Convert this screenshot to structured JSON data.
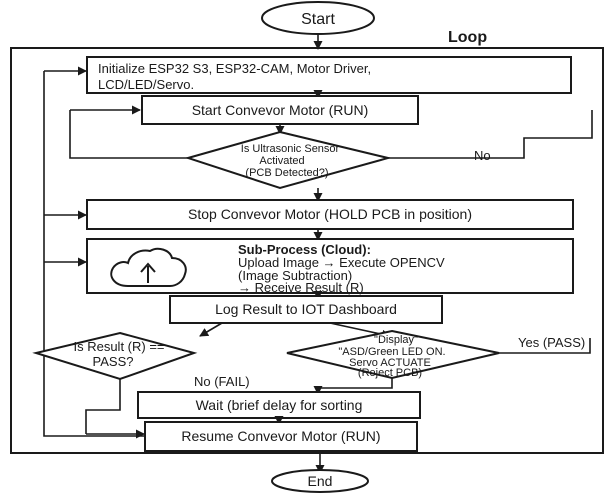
{
  "terminals": {
    "start": "Start",
    "end": "End"
  },
  "loop_label": "Loop",
  "steps": {
    "initialize": [
      "Initialize ESP32 S3, ESP32-CAM, Motor Driver,",
      "LCD/LED/Servo."
    ],
    "start_motor": "Start Convevor Motor (RUN)",
    "sensor_decision": [
      "Is Ultrasonic Sensor",
      "Activated",
      "(PCB Detected?)"
    ],
    "stop_motor": "Stop Convevor Motor (HOLD PCB in position)",
    "cloud_process": [
      "Sub-Process (Cloud):",
      "Upload Image → Execute OPENCV",
      "(Image Subtraction)",
      "→ Receive Result (R)"
    ],
    "log_result": "Log Result to IOT Dashboard",
    "result_decision": [
      "Is Result (R) ==",
      "PASS?"
    ],
    "display_decision": [
      "\"Display\"",
      "\"ASD/Green LED ON.",
      "Servo ACTUATE",
      "(Reject PCB)"
    ],
    "wait": "Wait (brief delay for sorting",
    "resume_motor": "Resume Convevor Motor (RUN)"
  },
  "edge_labels": {
    "sensor_no": "No",
    "yes_pass": "Yes (PASS)",
    "no_fail": "No (FAIL)"
  },
  "icons": {
    "cloud_upload": "cloud-upload-icon"
  }
}
